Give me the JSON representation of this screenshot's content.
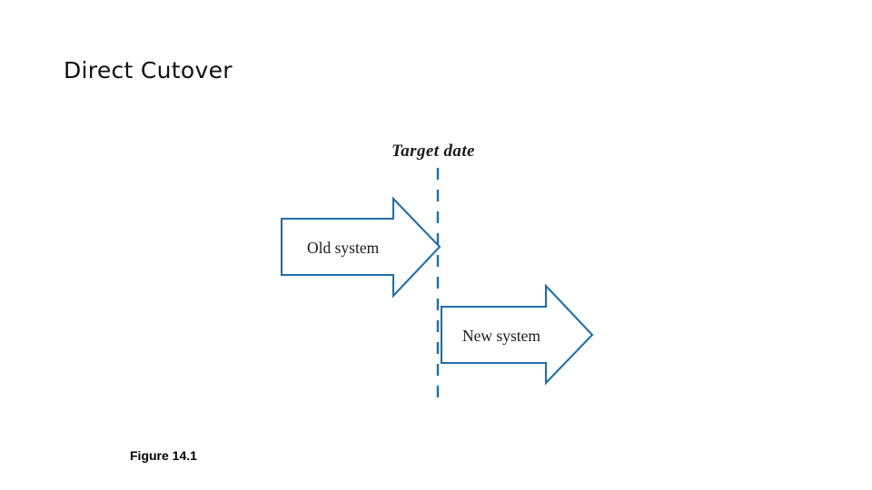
{
  "slide": {
    "title": "Direct Cutover",
    "figure_caption": "Figure 14.1"
  },
  "diagram": {
    "type": "flow-arrows",
    "target_date_label": "Target date",
    "old_system_label": "Old system",
    "new_system_label": "New system",
    "stroke_color": "#1f6fa8",
    "divider_color": "#1f6fa8",
    "background_color": "#ffffff",
    "text_color": "#1b1b1b"
  }
}
